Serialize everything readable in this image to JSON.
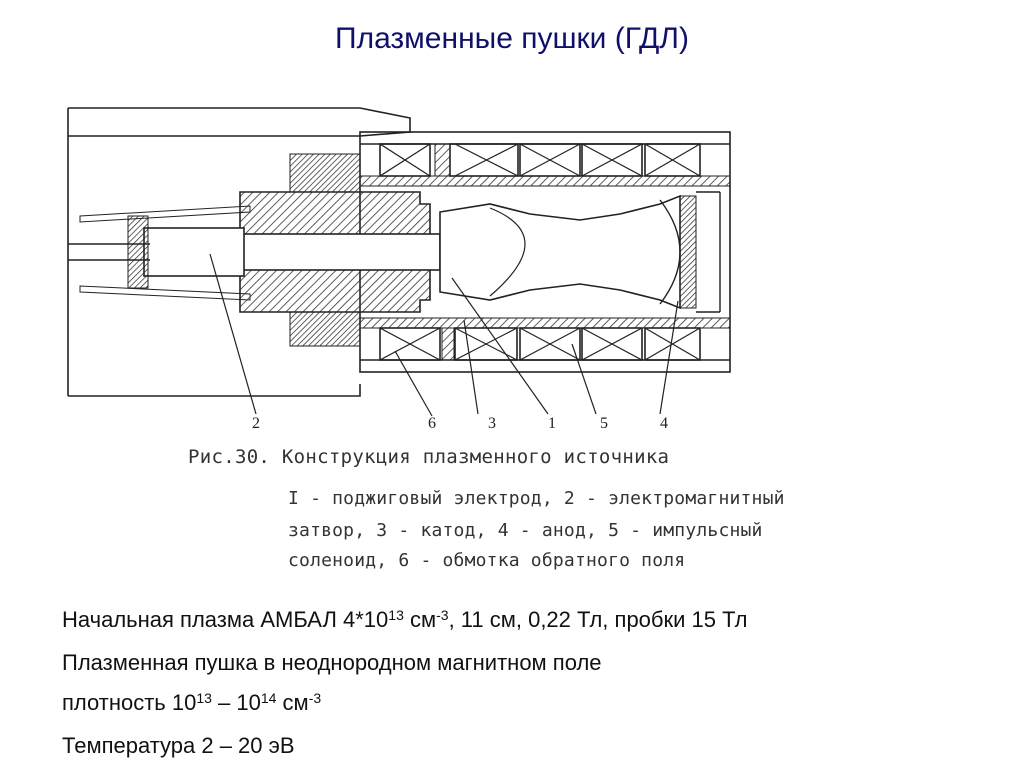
{
  "title": "Плазменные пушки (ГДЛ)",
  "figure": {
    "labels": [
      "2",
      "6",
      "3",
      "1",
      "5",
      "4"
    ],
    "caption_title": "Рис.30. Конструкция плазменного источника",
    "caption_lines": [
      "I - поджиговый электрод, 2 - электромагнитный",
      "затвор, 3 - катод, 4 - анод, 5 - импульсный",
      "соленоид, 6 - обмотка обратного поля"
    ]
  },
  "text": {
    "line1": {
      "a": "Начальная плазма АМБАЛ  4*10",
      "b": "13",
      "c": " см",
      "d": "-3",
      "e": ", 11 см, 0,22 Тл, пробки 15 Тл"
    },
    "line2": "Плазменная пушка в неоднородном магнитном поле",
    "line3": {
      "a": "плотность 10",
      "b": "13",
      "c": " – 10",
      "d": "14",
      "e": " см",
      "f": "-3"
    },
    "line4": "Температура 2 – 20 эВ"
  }
}
